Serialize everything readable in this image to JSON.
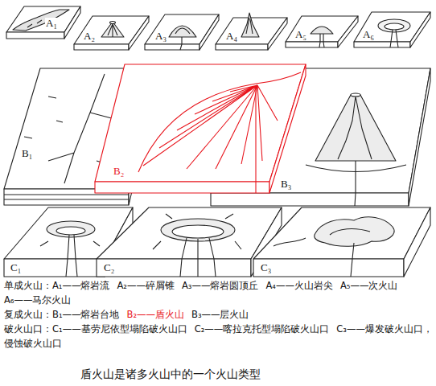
{
  "diagram": {
    "caption": "盾火山是诸多火山中的一个火山类型",
    "labels": [
      "A₁",
      "A₂",
      "A₃",
      "A₄",
      "A₅",
      "A₆",
      "B₁",
      "B₂",
      "B₃",
      "C₁",
      "C₂",
      "C₃",
      "单成火山：A₁——熔岩流",
      "A₂——碎屑锥",
      "A₃——熔岩圆顶丘",
      "A₄——火山岩尖",
      "A₅——次火山",
      "A₆——马尔火山",
      "复成火山：B₁——熔岩台地",
      "B₂——盾火山",
      "B₃——层火山",
      "破火山口：C₁——基劳尼依型塌陷破火山口",
      "C₂——喀拉克托型塌陷破火山口",
      "C₃——爆发破火山口，侵蚀破火山口"
    ]
  }
}
